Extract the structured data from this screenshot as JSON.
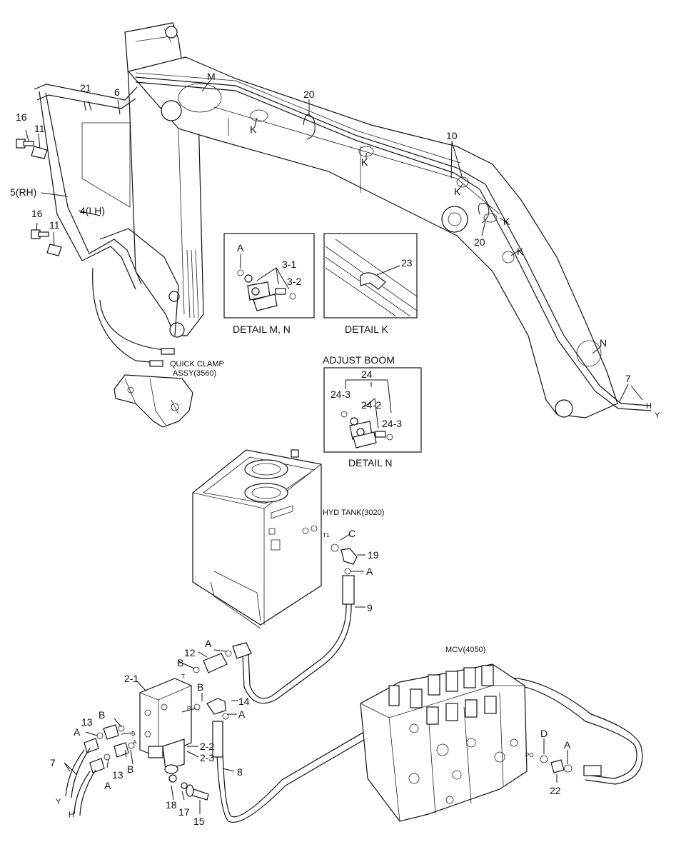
{
  "boom_callouts": {
    "c21": "21",
    "c6": "6",
    "cM": "M",
    "c20a": "20",
    "cKa": "K",
    "cKb": "K",
    "c16a": "16",
    "c11a": "11",
    "c5": "5(RH)",
    "c4": "4(LH)",
    "c16b": "16",
    "c11b": "11",
    "c10": "10",
    "cKc": "K",
    "cKd": "K",
    "c20b": "20",
    "cKe": "K",
    "cN": "N",
    "c7a": "7",
    "cH": "H",
    "cY": "Y"
  },
  "quick_clamp": {
    "line1": "QUICK CLAMP",
    "line2": "ASSY(3560)"
  },
  "detail_mn": {
    "a": "A",
    "p31": "3-1",
    "p32": "3-2",
    "caption": "DETAIL M, N"
  },
  "detail_k": {
    "p23": "23",
    "caption": "DETAIL K"
  },
  "detail_n": {
    "heading": "ADJUST BOOM",
    "p24": "24",
    "p243a": "24-3",
    "p242": "24-2",
    "p243b": "24-3",
    "caption": "DETAIL N"
  },
  "tank": {
    "label": "HYD TANK(3020)",
    "t1": "T1",
    "c": "C",
    "p19": "19",
    "a": "A",
    "p9": "9"
  },
  "valve_block": {
    "p21": "2-1",
    "p12": "12",
    "a1": "A",
    "b1": "B",
    "t": "T",
    "b2": "B",
    "p": "P",
    "p14": "14",
    "a2": "A",
    "b3": "B",
    "b4": "B",
    "a3": "A",
    "p13a": "13",
    "a4": "A",
    "p13b": "13",
    "a5": "A",
    "b5": "B",
    "p22": "2-2",
    "p23": "2-3",
    "p7": "7",
    "y": "Y",
    "h": "H",
    "p18": "18",
    "p17": "17",
    "p15": "15",
    "p8": "8"
  },
  "mcv": {
    "label": "MCV(4050)",
    "po": "PO",
    "d": "D",
    "a": "A",
    "p22": "22"
  }
}
